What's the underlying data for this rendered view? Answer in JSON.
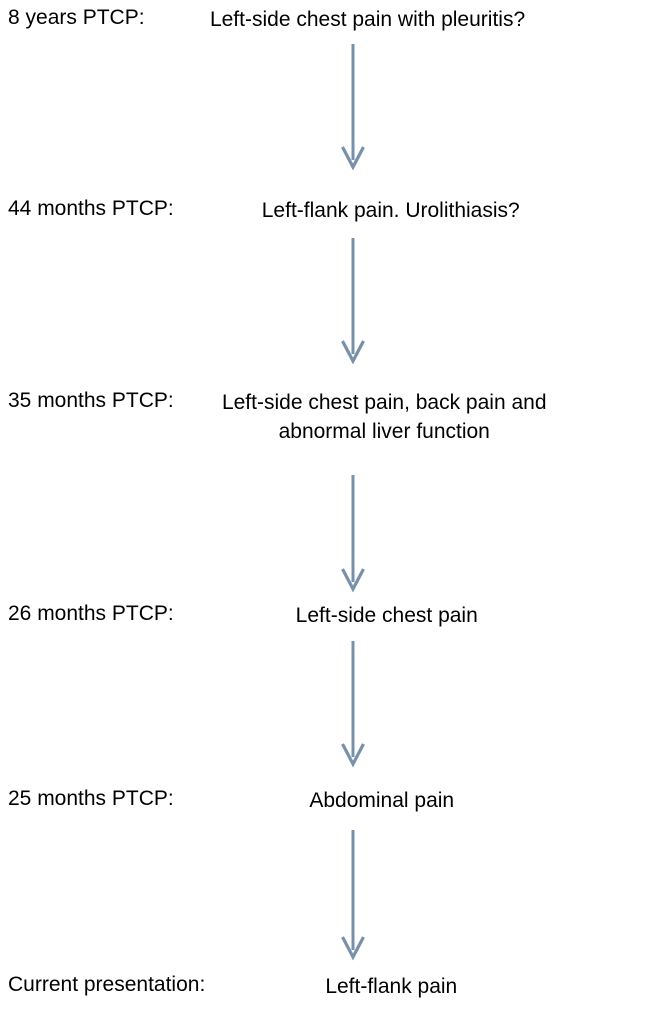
{
  "figure": {
    "type": "clinical-timeline-flowchart",
    "orientation": "vertical",
    "arrow_color": "#7891aa",
    "text_color": "#000000",
    "background_color": "#ffffff"
  },
  "stages": [
    {
      "label": "8 years PTCP:",
      "event": "Left-side chest pain with pleuritis?"
    },
    {
      "label": "44 months PTCP:",
      "event": "Left-flank pain. Urolithiasis?"
    },
    {
      "label": "35 months PTCP:",
      "event": "Left-side chest pain, back pain and abnormal liver function"
    },
    {
      "label": "26 months PTCP:",
      "event": "Left-side chest pain"
    },
    {
      "label": "25 months PTCP:",
      "event": "Abdominal pain"
    },
    {
      "label": "Current presentation:",
      "event": "Left-flank pain"
    }
  ],
  "connectors": [
    {
      "name": "arrow-1",
      "from": "8 years PTCP",
      "to": "44 months PTCP"
    },
    {
      "name": "arrow-2",
      "from": "44 months PTCP",
      "to": "35 months PTCP"
    },
    {
      "name": "arrow-3",
      "from": "35 months PTCP",
      "to": "26 months PTCP"
    },
    {
      "name": "arrow-4",
      "from": "26 months PTCP",
      "to": "25 months PTCP"
    },
    {
      "name": "arrow-5",
      "from": "25 months PTCP",
      "to": "Current presentation"
    }
  ]
}
